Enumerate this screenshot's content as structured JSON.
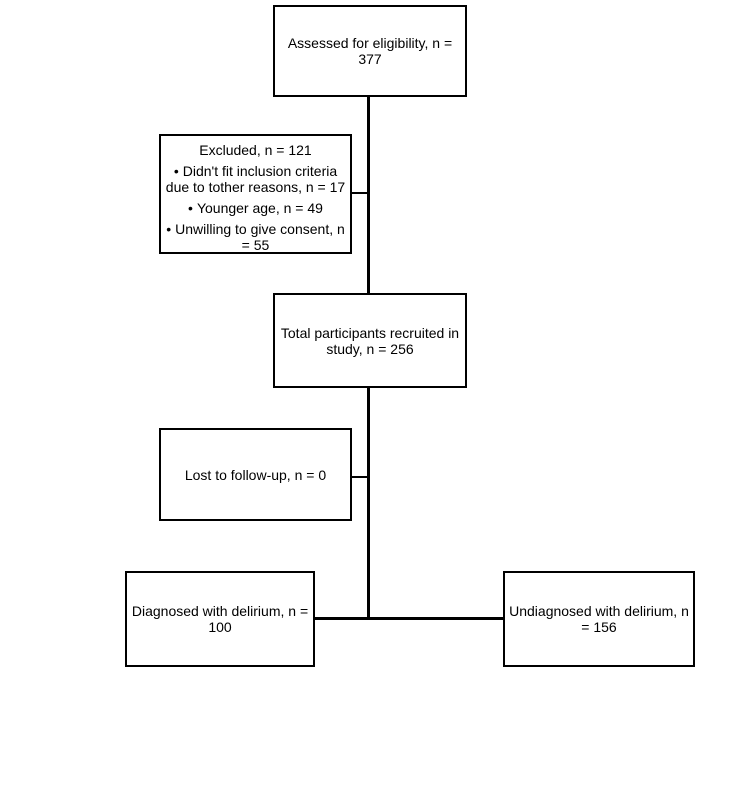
{
  "diagram": {
    "type": "flowchart",
    "bullet_char": "•",
    "colors": {
      "box_border": "#000000",
      "box_fill": "#ffffff",
      "line": "#000000",
      "text": "#000000"
    },
    "boxes": {
      "assessed": {
        "label": "Assessed for eligibility, n = 377",
        "n": 377
      },
      "excluded": {
        "label": "Excluded, n = 121",
        "n": 121,
        "bullets": [
          {
            "label": "Didn't fit inclusion criteria due to tother reasons, n = 17",
            "n": 17
          },
          {
            "label": "Younger age, n = 49",
            "n": 49
          },
          {
            "label": "Unwilling to give consent, n = 55",
            "n": 55
          }
        ]
      },
      "recruited": {
        "label": "Total participants recruited in study, n = 256",
        "n": 256
      },
      "lost": {
        "label": "Lost to follow-up, n = 0",
        "n": 0
      },
      "diagnosed": {
        "label": "Diagnosed with delirium, n = 100",
        "n": 100
      },
      "undiagnosed": {
        "label": "Undiagnosed with delirium, n = 156",
        "n": 156
      }
    }
  }
}
